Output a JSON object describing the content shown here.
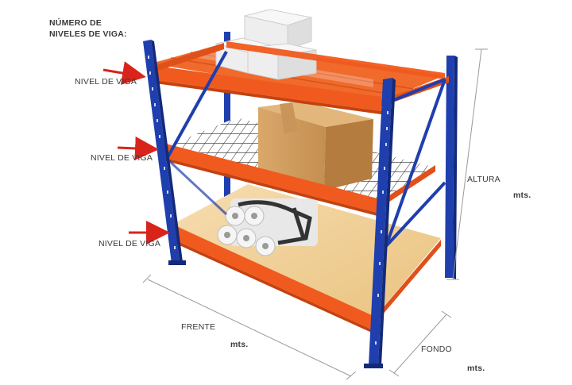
{
  "title": {
    "line1": "NÚMERO DE",
    "line2": "NIVELES DE VIGA:"
  },
  "levels": [
    {
      "label": "NIVEL DE VIGA"
    },
    {
      "label": "NIVEL DE VIGA"
    },
    {
      "label": "NIVEL DE VIGA"
    }
  ],
  "dimensions": {
    "height_label": "ALTURA",
    "height_unit": "mts.",
    "width_label": "FRENTE",
    "width_unit": "mts.",
    "depth_label": "FONDO",
    "depth_unit": "mts."
  },
  "colors": {
    "upright": "#1f3fae",
    "beam": "#f05a1e",
    "deck_wood": "#f2d39a",
    "wire_mesh": "#2b2b2b",
    "arrow": "#d9241c",
    "dimension_line": "#9a9a9a"
  }
}
